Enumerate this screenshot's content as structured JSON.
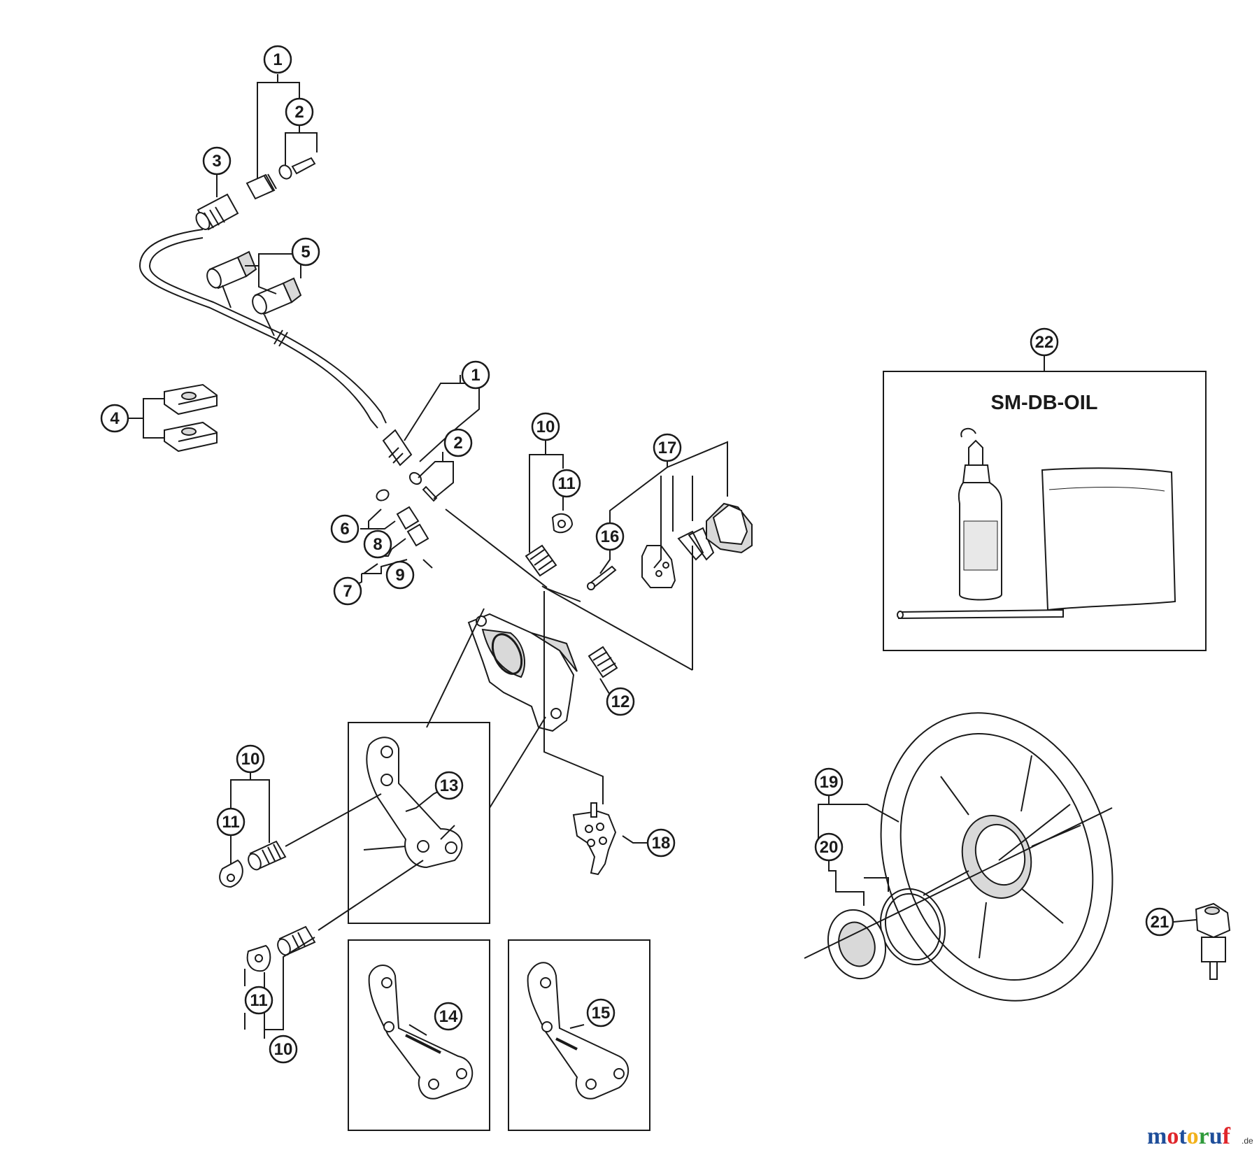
{
  "diagram": {
    "callouts": [
      "1",
      "2",
      "3",
      "4",
      "5",
      "1",
      "2",
      "6",
      "8",
      "7",
      "9",
      "10",
      "11",
      "17",
      "16",
      "12",
      "10",
      "11",
      "13",
      "18",
      "11",
      "10",
      "14",
      "15",
      "22",
      "19",
      "20",
      "21"
    ],
    "kit_box": {
      "title": "SM-DB-OIL"
    },
    "watermark": {
      "logo": "motoruf",
      "suffix": ".de"
    }
  },
  "colors": {
    "line": "#1a1a1a",
    "part_fill": "#ffffff",
    "part_shade": "#d9d9d9",
    "background": "#ffffff"
  }
}
